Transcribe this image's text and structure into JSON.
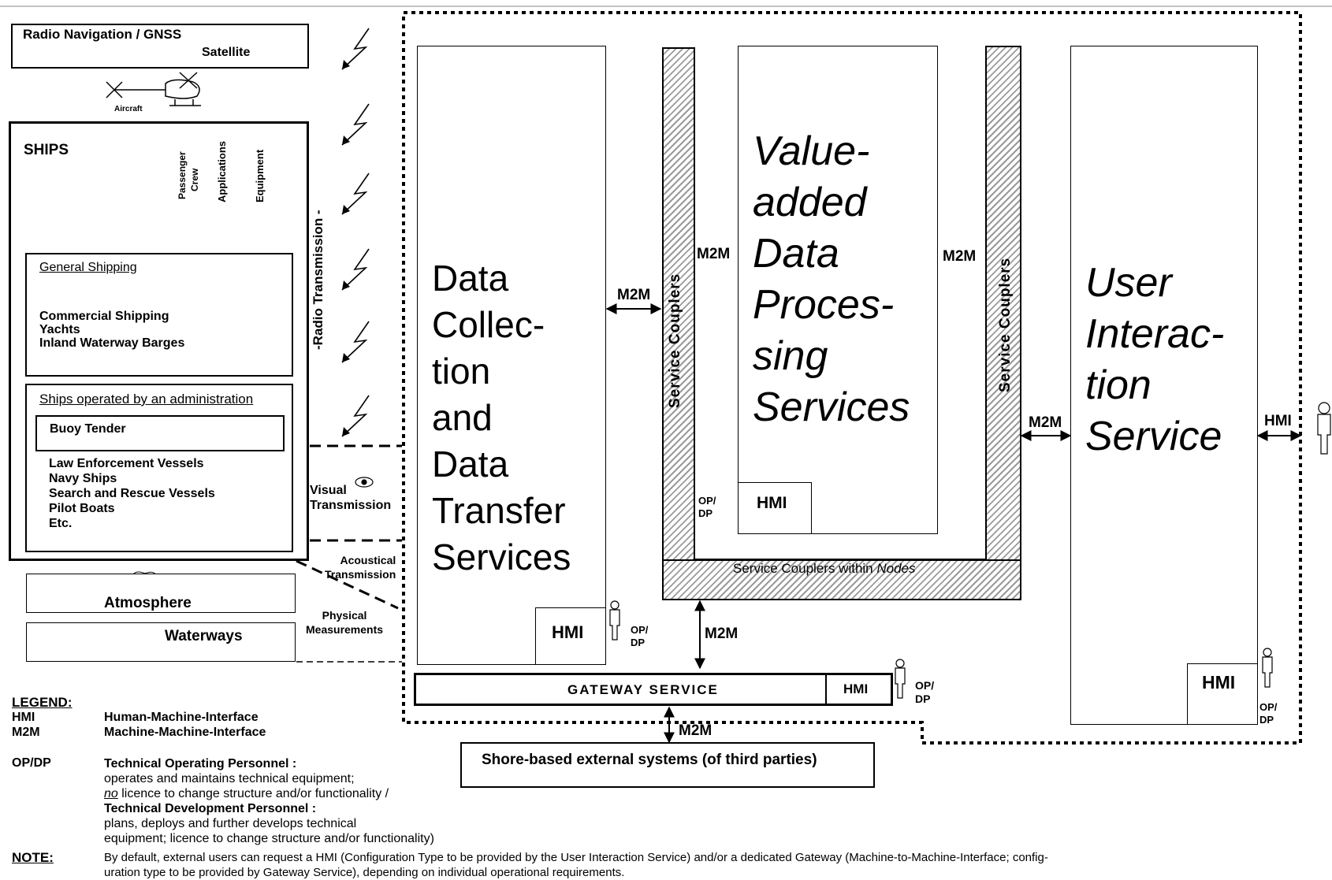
{
  "top": {
    "radio_nav": "Radio Navigation / GNSS",
    "satellite": "Satellite",
    "aircraft": "Aircraft"
  },
  "ships": {
    "title": "SHIPS",
    "icons": [
      "Passenger",
      "Crew",
      "Applications",
      "Equipment"
    ],
    "general": {
      "heading": "General Shipping",
      "items": [
        "Commercial Shipping",
        "Yachts",
        "Inland Waterway Barges"
      ]
    },
    "admin": {
      "heading": "Ships operated by an administration",
      "buoy": "Buoy Tender",
      "items": [
        "Law Enforcement Vessels",
        "Navy Ships",
        "Search and Rescue Vessels",
        "Pilot Boats",
        "Etc."
      ]
    }
  },
  "env": {
    "atmosphere": "Atmosphere",
    "waterways": "Waterways"
  },
  "transmission": {
    "radio": "-Radio Transmission -",
    "visual_1": "Visual",
    "visual_2": "Transmission",
    "acoustical_1": "Acoustical",
    "acoustical_2": "Transmission",
    "physical_1": "Physical",
    "physical_2": "Measurements"
  },
  "services": {
    "data_collection": [
      "Data",
      "Collec-",
      "tion",
      "and",
      "Data",
      "Transfer",
      "Services"
    ],
    "value_added": [
      "Value-",
      "added",
      "Data",
      "Proces-",
      "sing",
      "Services"
    ],
    "user_interaction": [
      "User",
      "Interac-",
      "tion",
      "Service"
    ],
    "service_couplers": "Service Couplers",
    "couplers_within_a": "Service Couplers within ",
    "couplers_within_b": "Nodes",
    "gateway": "GATEWAY SERVICE",
    "shore": "Shore-based external systems (of third parties)",
    "hmi": "HMI",
    "m2m": "M2M",
    "op": "OP/",
    "dp": "DP"
  },
  "legend": {
    "title": "LEGEND:",
    "rows": [
      {
        "k": "HMI",
        "v": "Human-Machine-Interface"
      },
      {
        "k": "M2M",
        "v": "Machine-Machine-Interface"
      }
    ],
    "op_key": "OP/DP",
    "op_lines": [
      {
        "t": "Technical Operating Personnel :",
        "bold": true
      },
      {
        "t": "operates and maintains technical equipment;",
        "bold": false
      },
      {
        "t": "no licence to change structure and/or functionality /",
        "bold": false
      },
      {
        "t": "Technical Development Personnel :",
        "bold": true
      },
      {
        "t": "plans, deploys and further develops technical",
        "bold": false
      },
      {
        "t": "equipment; licence to change structure and/or functionality)",
        "bold": false
      }
    ],
    "note_key": "NOTE:",
    "note_1": "By default, external users can request a HMI (Configuration Type to be provided by the User Interaction Service) and/or a dedicated Gateway (Machine-to-Machine-Interface; config-",
    "note_2": "uration type to be provided by Gateway Service), depending on individual operational requirements."
  }
}
